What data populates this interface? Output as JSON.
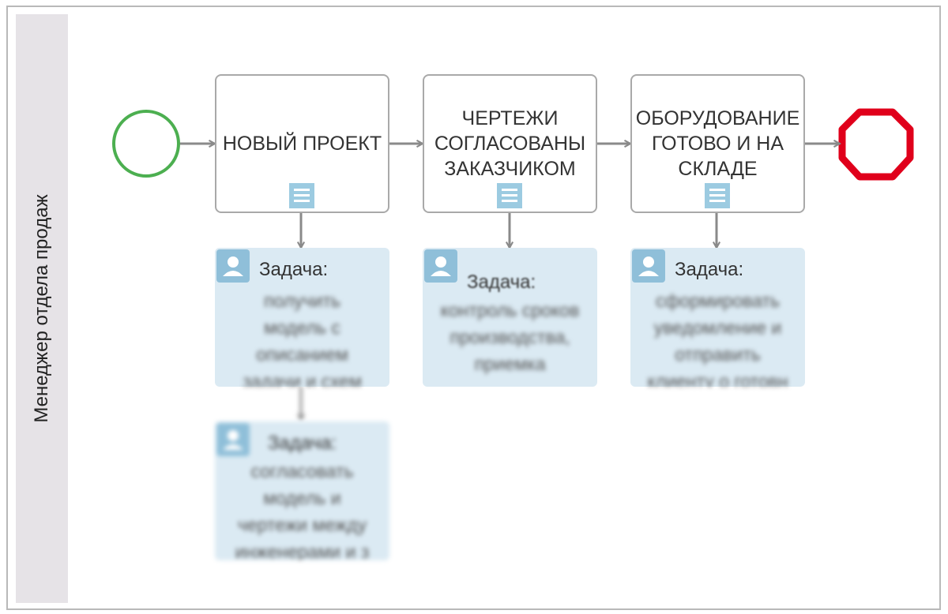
{
  "lane": {
    "label": "Менеджер отдела продаж"
  },
  "tasks": [
    {
      "label": "НОВЫЙ ПРОЕКТ"
    },
    {
      "label": "ЧЕРТЕЖИ\nСОГЛАСОВАНЫ\nЗАКАЗЧИКОМ"
    },
    {
      "label": "ОБОРУДОВАНИЕ\nГОТОВО И НА\nСКЛАДЕ"
    }
  ],
  "cards": [
    {
      "head": "Задача:",
      "body": "получить\nмодель с\nописанием\nзадачи и схем"
    },
    {
      "head": "Задача:",
      "body": "контроль сроков\nпроизводства,\nприемка"
    },
    {
      "head": "Задача:",
      "body": "сформировать\nуведомление и\nотправить\nклиенту о готовн"
    },
    {
      "head": "Задача:",
      "body": "согласовать\nмодель и\nчертежи между\nинженерами и з"
    }
  ],
  "colors": {
    "start": "#4caf50",
    "end": "#e0001b",
    "card": "#dbeaf3",
    "icon": "#9ccbe1",
    "arrow": "#8a8a8a"
  }
}
